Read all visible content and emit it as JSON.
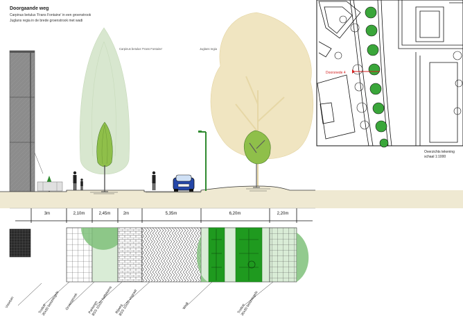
{
  "header": {
    "title": "Doorgaande weg",
    "line1": "Carpinus betulus 'Frans Fontaine' in een groenstrook",
    "line2": "Juglans regia in de brede groenstrook met wadi"
  },
  "tree_labels": {
    "carpinus": "Carpinus betulus 'Frans Fontaine'",
    "juglans": "Juglans regia"
  },
  "dimensions": [
    "3m",
    "2,10m",
    "2,45m",
    "2m",
    "5,35m",
    "6,20m",
    "2,20m"
  ],
  "plan_labels": {
    "section_marker": "Doorsnede 4",
    "overview_caption": "Overzichts tekening",
    "overview_scale": "schaal 1:1000"
  },
  "legend": [
    "Voortuin",
    "Trottoir\n30x30 betontegels",
    "Groenstrook",
    "Parkeren\nBSS 10x20 halfsteens",
    "Rijweg\nBSS 10x20 visgraat",
    "Wadi",
    "Trottoir\n30x30 betontegels"
  ],
  "colors": {
    "grass": "#3aa63a",
    "grass_dark": "#1a8f1a",
    "grass_light": "#cfe6cc",
    "ground": "#efe9d2",
    "tree_ghost_green": "#cfe0c2",
    "tree_ghost_beige": "#efe2b8",
    "annotation_red": "#d21f1f"
  }
}
